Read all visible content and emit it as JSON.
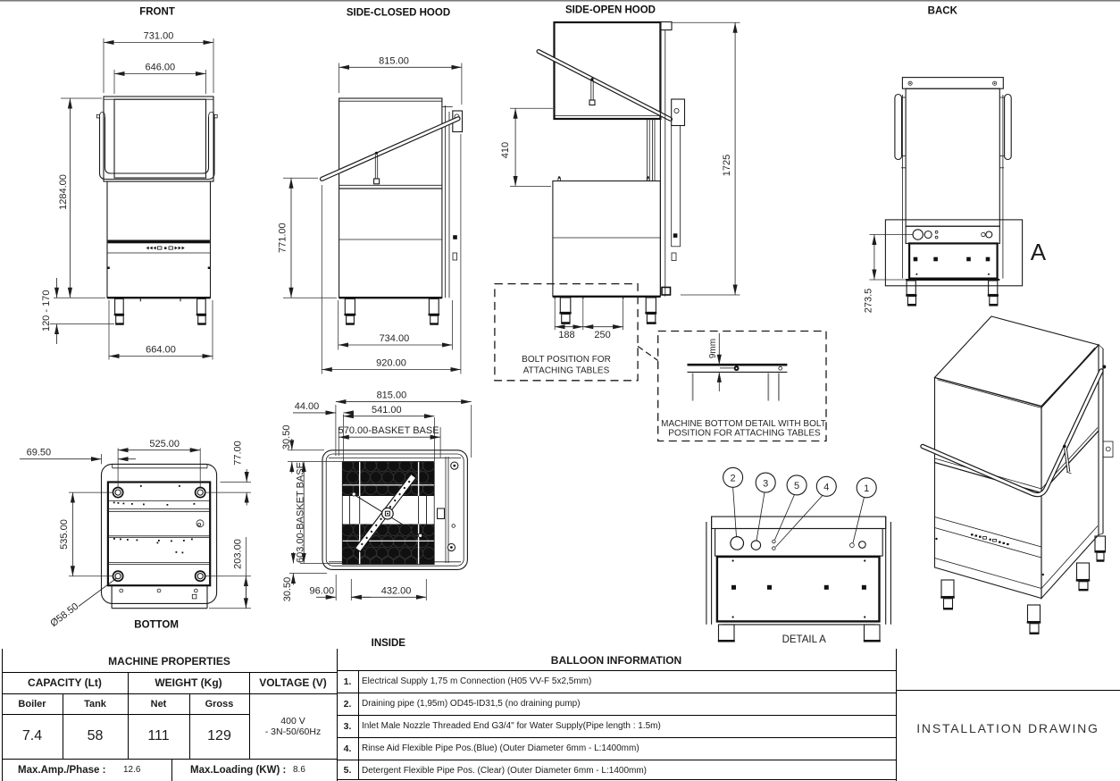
{
  "drawing": {
    "front": {
      "title": "FRONT",
      "dim_overall_width": "731.00",
      "dim_hood_width": "646.00",
      "dim_total_height": "1284.00",
      "dim_foot_height": "120 - 170",
      "dim_base_width": "664.00"
    },
    "side_closed": {
      "title": "SIDE-CLOSED HOOD",
      "dim_depth": "815.00",
      "dim_body_height": "771.00",
      "dim_feet_depth": "734.00",
      "dim_overall_depth": "920.00"
    },
    "side_open": {
      "title": "SIDE-OPEN HOOD",
      "dim_opening_height": "410",
      "dim_open_height": "1725",
      "dim_bolt_front": "188",
      "dim_bolt_spacing": "250",
      "bolt_note_line1": "BOLT POSITION FOR",
      "bolt_note_line2": "ATTACHING TABLES"
    },
    "bottom_detail": {
      "dim_plate": "9mm",
      "caption_line1": "MACHINE BOTTOM DETAIL WITH BOLT",
      "caption_line2": "POSITION FOR ATTACHING TABLES"
    },
    "back": {
      "title": "BACK",
      "dim_connection_height": "273.5",
      "detail_marker": "A"
    },
    "bottom": {
      "title": "BOTTOM",
      "dim_foot_offset": "69.50",
      "dim_feet_width": "525.00",
      "dim_front_offset": "77.00",
      "dim_feet_depth": "535.00",
      "dim_rear_offset": "203.00",
      "dim_foot_diameter": "Ø58.50"
    },
    "inside": {
      "title": "INSIDE",
      "dim_depth": "815.00",
      "dim_front_gap": "44.00",
      "dim_chamber": "541.00",
      "dim_basket_width": "570.00-BASKET BASE",
      "dim_rim_front": "30.50",
      "dim_basket_depth": "603.00-BASKET BASE",
      "dim_rim_rear": "30.50",
      "dim_arm_offset": "96.00",
      "dim_arm_length": "432.00"
    },
    "detail_a": {
      "title": "DETAIL A",
      "balloon_1": "1",
      "balloon_2": "2",
      "balloon_3": "3",
      "balloon_4": "4",
      "balloon_5": "5"
    }
  },
  "properties_table": {
    "title": "MACHINE PROPERTIES",
    "capacity_header": "CAPACITY (Lt)",
    "weight_header": "WEIGHT (Kg)",
    "voltage_header": "VOLTAGE (V)",
    "col_boiler": "Boiler",
    "col_tank": "Tank",
    "col_net": "Net",
    "col_gross": "Gross",
    "boiler_value": "7.4",
    "tank_value": "58",
    "net_value": "111",
    "gross_value": "129",
    "voltage_value_line1": "400 V",
    "voltage_value_line2": "- 3N-50/60Hz",
    "max_amp_label": "Max.Amp./Phase :",
    "max_amp_value": "12.6",
    "max_loading_label": "Max.Loading (KW) :",
    "max_loading_value": "8.6"
  },
  "balloon_table": {
    "title": "BALLOON INFORMATION",
    "rows": [
      {
        "num": "1.",
        "text": "Electrical Supply 1,75 m Connection  (H05 VV-F  5x2,5mm)"
      },
      {
        "num": "2.",
        "text": "Draining pipe (1,95m) OD45-ID31,5 (no draining pump)"
      },
      {
        "num": "3.",
        "text": "Inlet Male Nozzle Threaded End G3/4\" for Water Supply(Pipe length : 1.5m)"
      },
      {
        "num": "4.",
        "text": "Rinse Aid Flexible Pipe Pos.(Blue)  (Outer Diameter 6mm - L:1400mm)"
      },
      {
        "num": "5.",
        "text": "Detergent Flexible Pipe Pos. (Clear) (Outer Diameter 6mm - L:1400mm)"
      }
    ]
  },
  "title_block": {
    "text": "INSTALLATION DRAWING"
  }
}
